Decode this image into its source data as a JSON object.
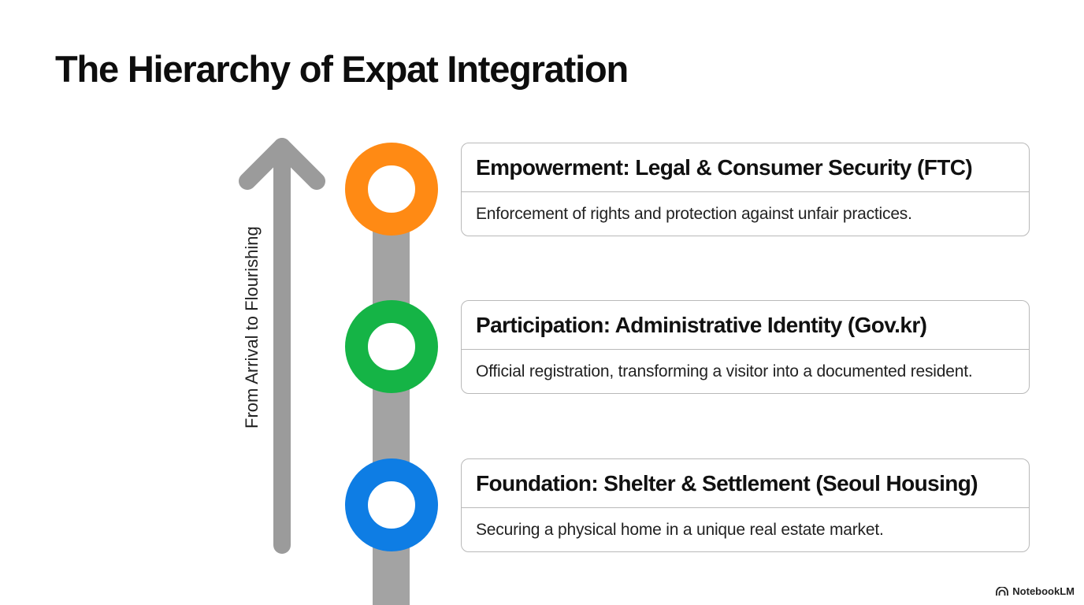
{
  "title": "The Hierarchy of Expat Integration",
  "axis_label": "From Arrival to Flourishing",
  "levels": [
    {
      "heading": "Empowerment: Legal & Consumer Security (FTC)",
      "description": "Enforcement of rights and protection against unfair practices.",
      "color": "#ff8a14"
    },
    {
      "heading": "Participation: Administrative Identity (Gov.kr)",
      "description": "Official registration, transforming a visitor into a documented resident.",
      "color": "#15b446"
    },
    {
      "heading": "Foundation: Shelter & Settlement (Seoul Housing)",
      "description": "Securing a physical home in a unique real estate market.",
      "color": "#0e7de4"
    }
  ],
  "spine_color": "#a3a3a3",
  "arrow_color": "#9b9b9b",
  "brand": {
    "name": "NotebookLM",
    "icon": "notebooklm-logo-icon"
  }
}
